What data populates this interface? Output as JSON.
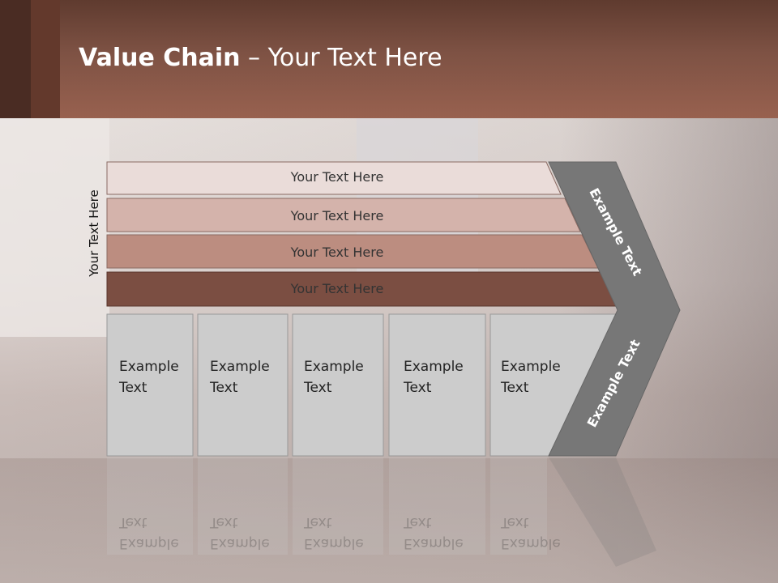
{
  "slide": {
    "title_bold": "Value Chain",
    "title_rest": " – Your Text Here",
    "side_label": "Your Text Here"
  },
  "bars": [
    {
      "label": "Your Text Here",
      "color": "#eadcd9"
    },
    {
      "label": "Your Text Here",
      "color": "#d4b3ab"
    },
    {
      "label": "Your Text Here",
      "color": "#bc8d80"
    },
    {
      "label": "Your Text Here",
      "color": "#7b4e42"
    }
  ],
  "boxes": [
    {
      "line1": "Example",
      "line2": "Text"
    },
    {
      "line1": "Example",
      "line2": "Text"
    },
    {
      "line1": "Example",
      "line2": "Text"
    },
    {
      "line1": "Example",
      "line2": "Text"
    },
    {
      "line1": "Example",
      "line2": "Text"
    }
  ],
  "chevron": {
    "upper_text": "Example Text",
    "lower_text": "Example Text",
    "color": "#777777"
  },
  "colors": {
    "box_fill": "#cccccc",
    "header_brown": "#98614f"
  }
}
